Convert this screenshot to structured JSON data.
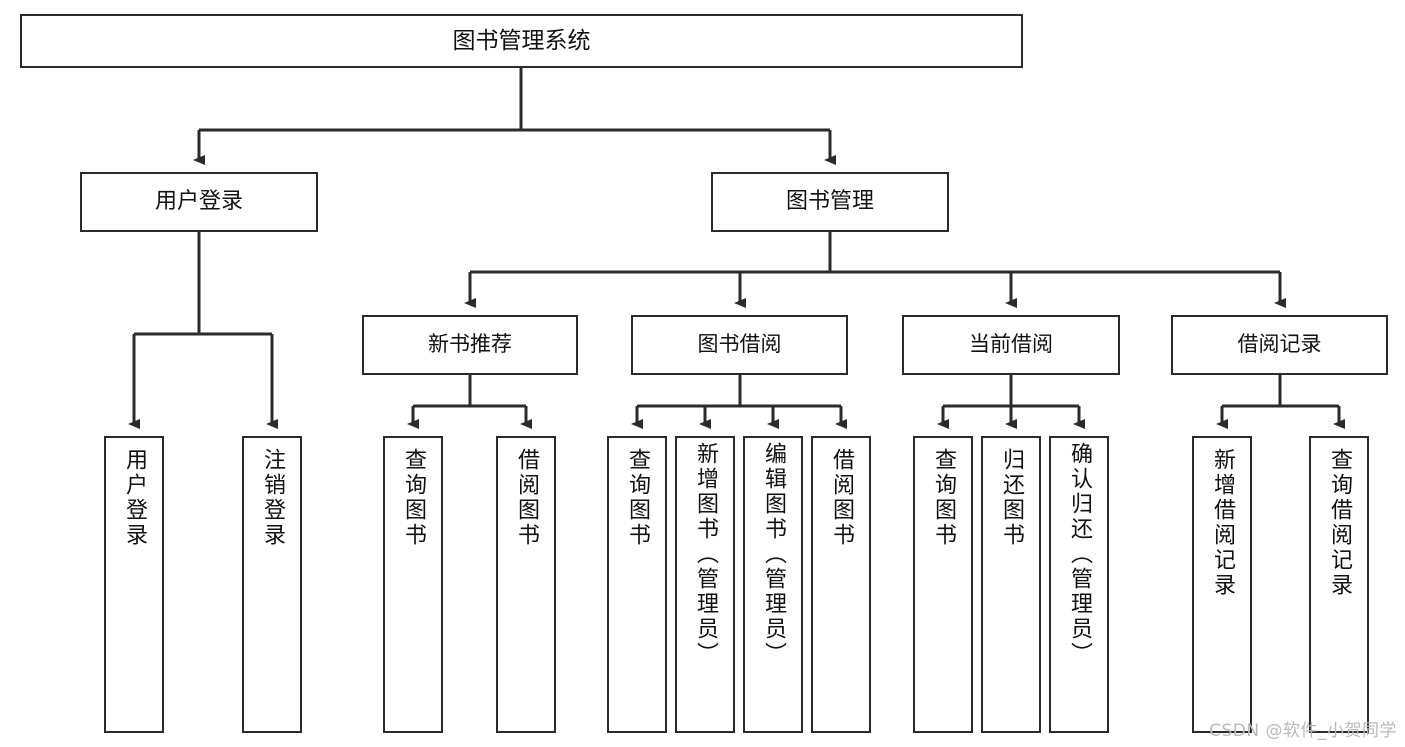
{
  "diagram": {
    "title": "图书管理系统",
    "type": "hierarchy-tree",
    "root": {
      "id": "root",
      "label": "图书管理系统"
    },
    "level2": [
      {
        "id": "user-login",
        "label": "用户登录"
      },
      {
        "id": "book-manage",
        "label": "图书管理"
      }
    ],
    "level3": [
      {
        "id": "new-book-rec",
        "label": "新书推荐"
      },
      {
        "id": "book-borrow",
        "label": "图书借阅"
      },
      {
        "id": "current-borrow",
        "label": "当前借阅"
      },
      {
        "id": "borrow-record",
        "label": "借阅记录"
      }
    ],
    "leaves": [
      {
        "id": "leaf-user-login",
        "label": "用户登录",
        "parent": "user-login"
      },
      {
        "id": "leaf-user-logout",
        "label": "注销登录",
        "parent": "user-login"
      },
      {
        "id": "leaf-query-book-1",
        "label": "查询图书",
        "parent": "new-book-rec"
      },
      {
        "id": "leaf-borrow-book-1",
        "label": "借阅图书",
        "parent": "new-book-rec"
      },
      {
        "id": "leaf-query-book-2",
        "label": "查询图书",
        "parent": "book-borrow"
      },
      {
        "id": "leaf-add-book",
        "label": "新增图书（管理员）",
        "parent": "book-borrow"
      },
      {
        "id": "leaf-edit-book",
        "label": "编辑图书（管理员）",
        "parent": "book-borrow"
      },
      {
        "id": "leaf-borrow-book-2",
        "label": "借阅图书",
        "parent": "book-borrow"
      },
      {
        "id": "leaf-query-book-3",
        "label": "查询图书",
        "parent": "current-borrow"
      },
      {
        "id": "leaf-return-book",
        "label": "归还图书",
        "parent": "current-borrow"
      },
      {
        "id": "leaf-confirm-return",
        "label": "确认归还（管理员）",
        "parent": "current-borrow"
      },
      {
        "id": "leaf-add-record",
        "label": "新增借阅记录",
        "parent": "borrow-record"
      },
      {
        "id": "leaf-query-record",
        "label": "查询借阅记录",
        "parent": "borrow-record"
      }
    ]
  },
  "watermark": {
    "text": "CSDN @软件_小贺同学"
  },
  "colors": {
    "stroke": "#2b2b2b",
    "fill": "#ffffff",
    "text": "#111111",
    "watermark": "#b9b9b9"
  }
}
